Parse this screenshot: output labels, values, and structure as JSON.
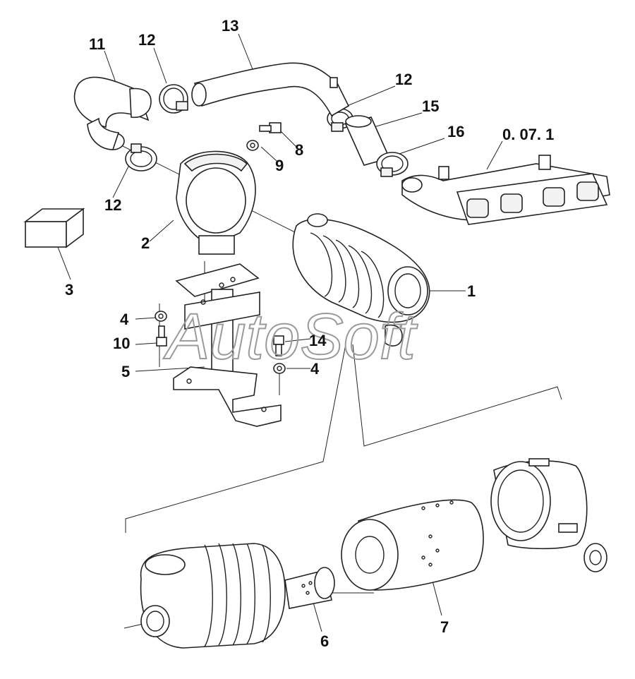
{
  "diagram": {
    "callouts": {
      "c1": "1",
      "c2": "2",
      "c3": "3",
      "c4a": "4",
      "c4b": "4",
      "c5": "5",
      "c6": "6",
      "c7": "7",
      "c8": "8",
      "c9": "9",
      "c10": "10",
      "c11": "11",
      "c12a": "12",
      "c12b": "12",
      "c12c": "12",
      "c13": "13",
      "c14": "14",
      "c15": "15",
      "c16": "16",
      "ref": "0. 07. 1"
    },
    "watermark": "AutoSoft"
  }
}
